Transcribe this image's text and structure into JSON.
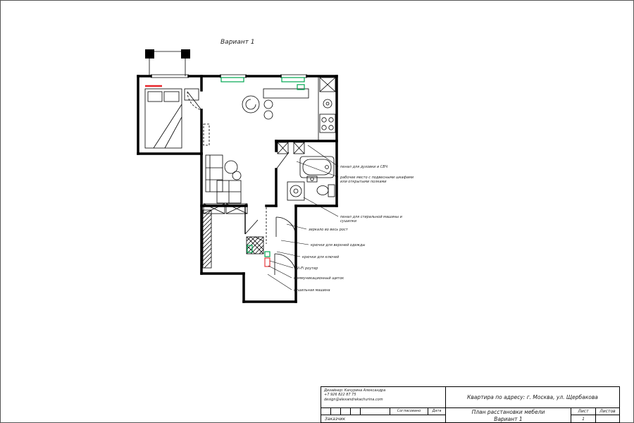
{
  "page": {
    "variant_label": "Вариант 1"
  },
  "annotations": [
    {
      "line1": "пенал для духовки и СВЧ",
      "line2": ""
    },
    {
      "line1": "рабочее место с подвесными шкафами",
      "line2": "или открытыми полками"
    },
    {
      "line1": "пенал для стиральной машины и",
      "line2": "сушилки"
    },
    {
      "line1": "зеркало во весь рост",
      "line2": ""
    },
    {
      "line1": "крючки для верхней одежды",
      "line2": ""
    },
    {
      "line1": "крючки для ключей",
      "line2": ""
    },
    {
      "line1": "Wi-Fi роутер",
      "line2": ""
    },
    {
      "line1": "коммуникационный щиток",
      "line2": ""
    },
    {
      "line1": "сушильная машина",
      "line2": ""
    }
  ],
  "title_block": {
    "designer_line1": "Дизайнер: Качурина Александра",
    "designer_line2": "+7 926 822 87 75",
    "designer_line3": "design@alexandrakachurina.com",
    "address": "Квартира по адресу: г. Москва, ул. Щербакова",
    "approved_label": "Согласовано",
    "date_label": "Дата",
    "client_label": "Заказчик",
    "doc_title": "План расстановки мебели",
    "doc_subtitle": "Вариант 1",
    "sheet_label": "Лист",
    "sheets_label": "Листов",
    "sheet_number": "1"
  },
  "colors": {
    "line": "#000000",
    "accent_green": "#00a651",
    "accent_red": "#e8262b"
  }
}
